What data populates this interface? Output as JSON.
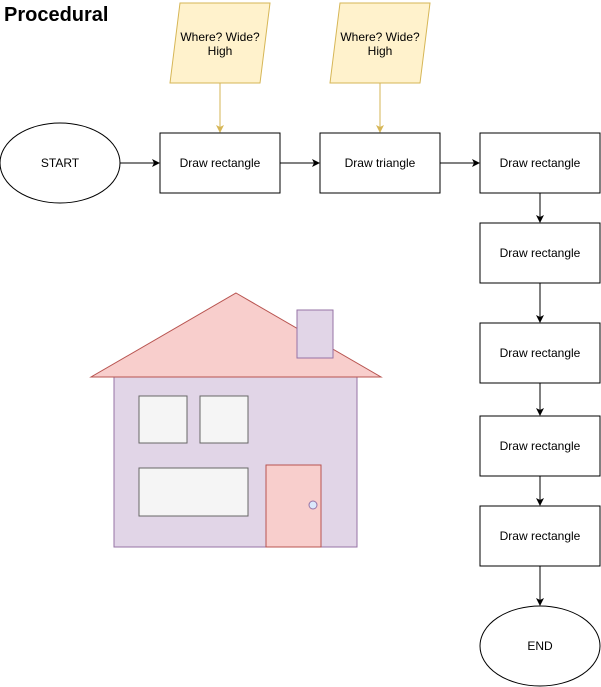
{
  "title": "Procedural",
  "start": "START",
  "end": "END",
  "inputs": [
    {
      "line1": "Where? Wide?",
      "line2": "High"
    },
    {
      "line1": "Where? Wide?",
      "line2": "High"
    }
  ],
  "steps": [
    "Draw rectangle",
    "Draw triangle",
    "Draw rectangle",
    "Draw rectangle",
    "Draw rectangle",
    "Draw rectangle",
    "Draw rectangle"
  ],
  "colors": {
    "input_fill": "#fff2cc",
    "input_stroke": "#d6b656",
    "roof_fill": "#f8cecc",
    "roof_stroke": "#b85450",
    "wall_fill": "#e1d5e7",
    "wall_stroke": "#9673a6",
    "window_fill": "#f5f5f5",
    "window_stroke": "#666666"
  }
}
